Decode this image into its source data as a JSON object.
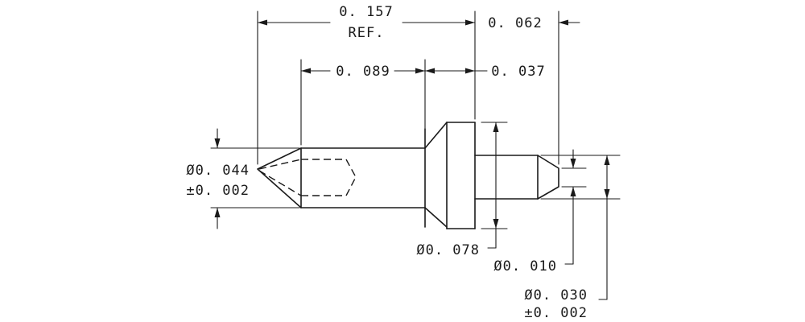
{
  "dimensions": {
    "overall_length": {
      "value": "0. 157",
      "note": "REF."
    },
    "tip_length": "0. 062",
    "front_length": "0. 089",
    "collar_length": "0. 037",
    "front_diameter": {
      "value": "Ø0. 044",
      "tolerance": "±0. 002"
    },
    "collar_diameter": "Ø0. 078",
    "tip_flat_diameter": "Ø0. 010",
    "rear_diameter": {
      "value": "Ø0. 030",
      "tolerance": "±0. 002"
    }
  }
}
